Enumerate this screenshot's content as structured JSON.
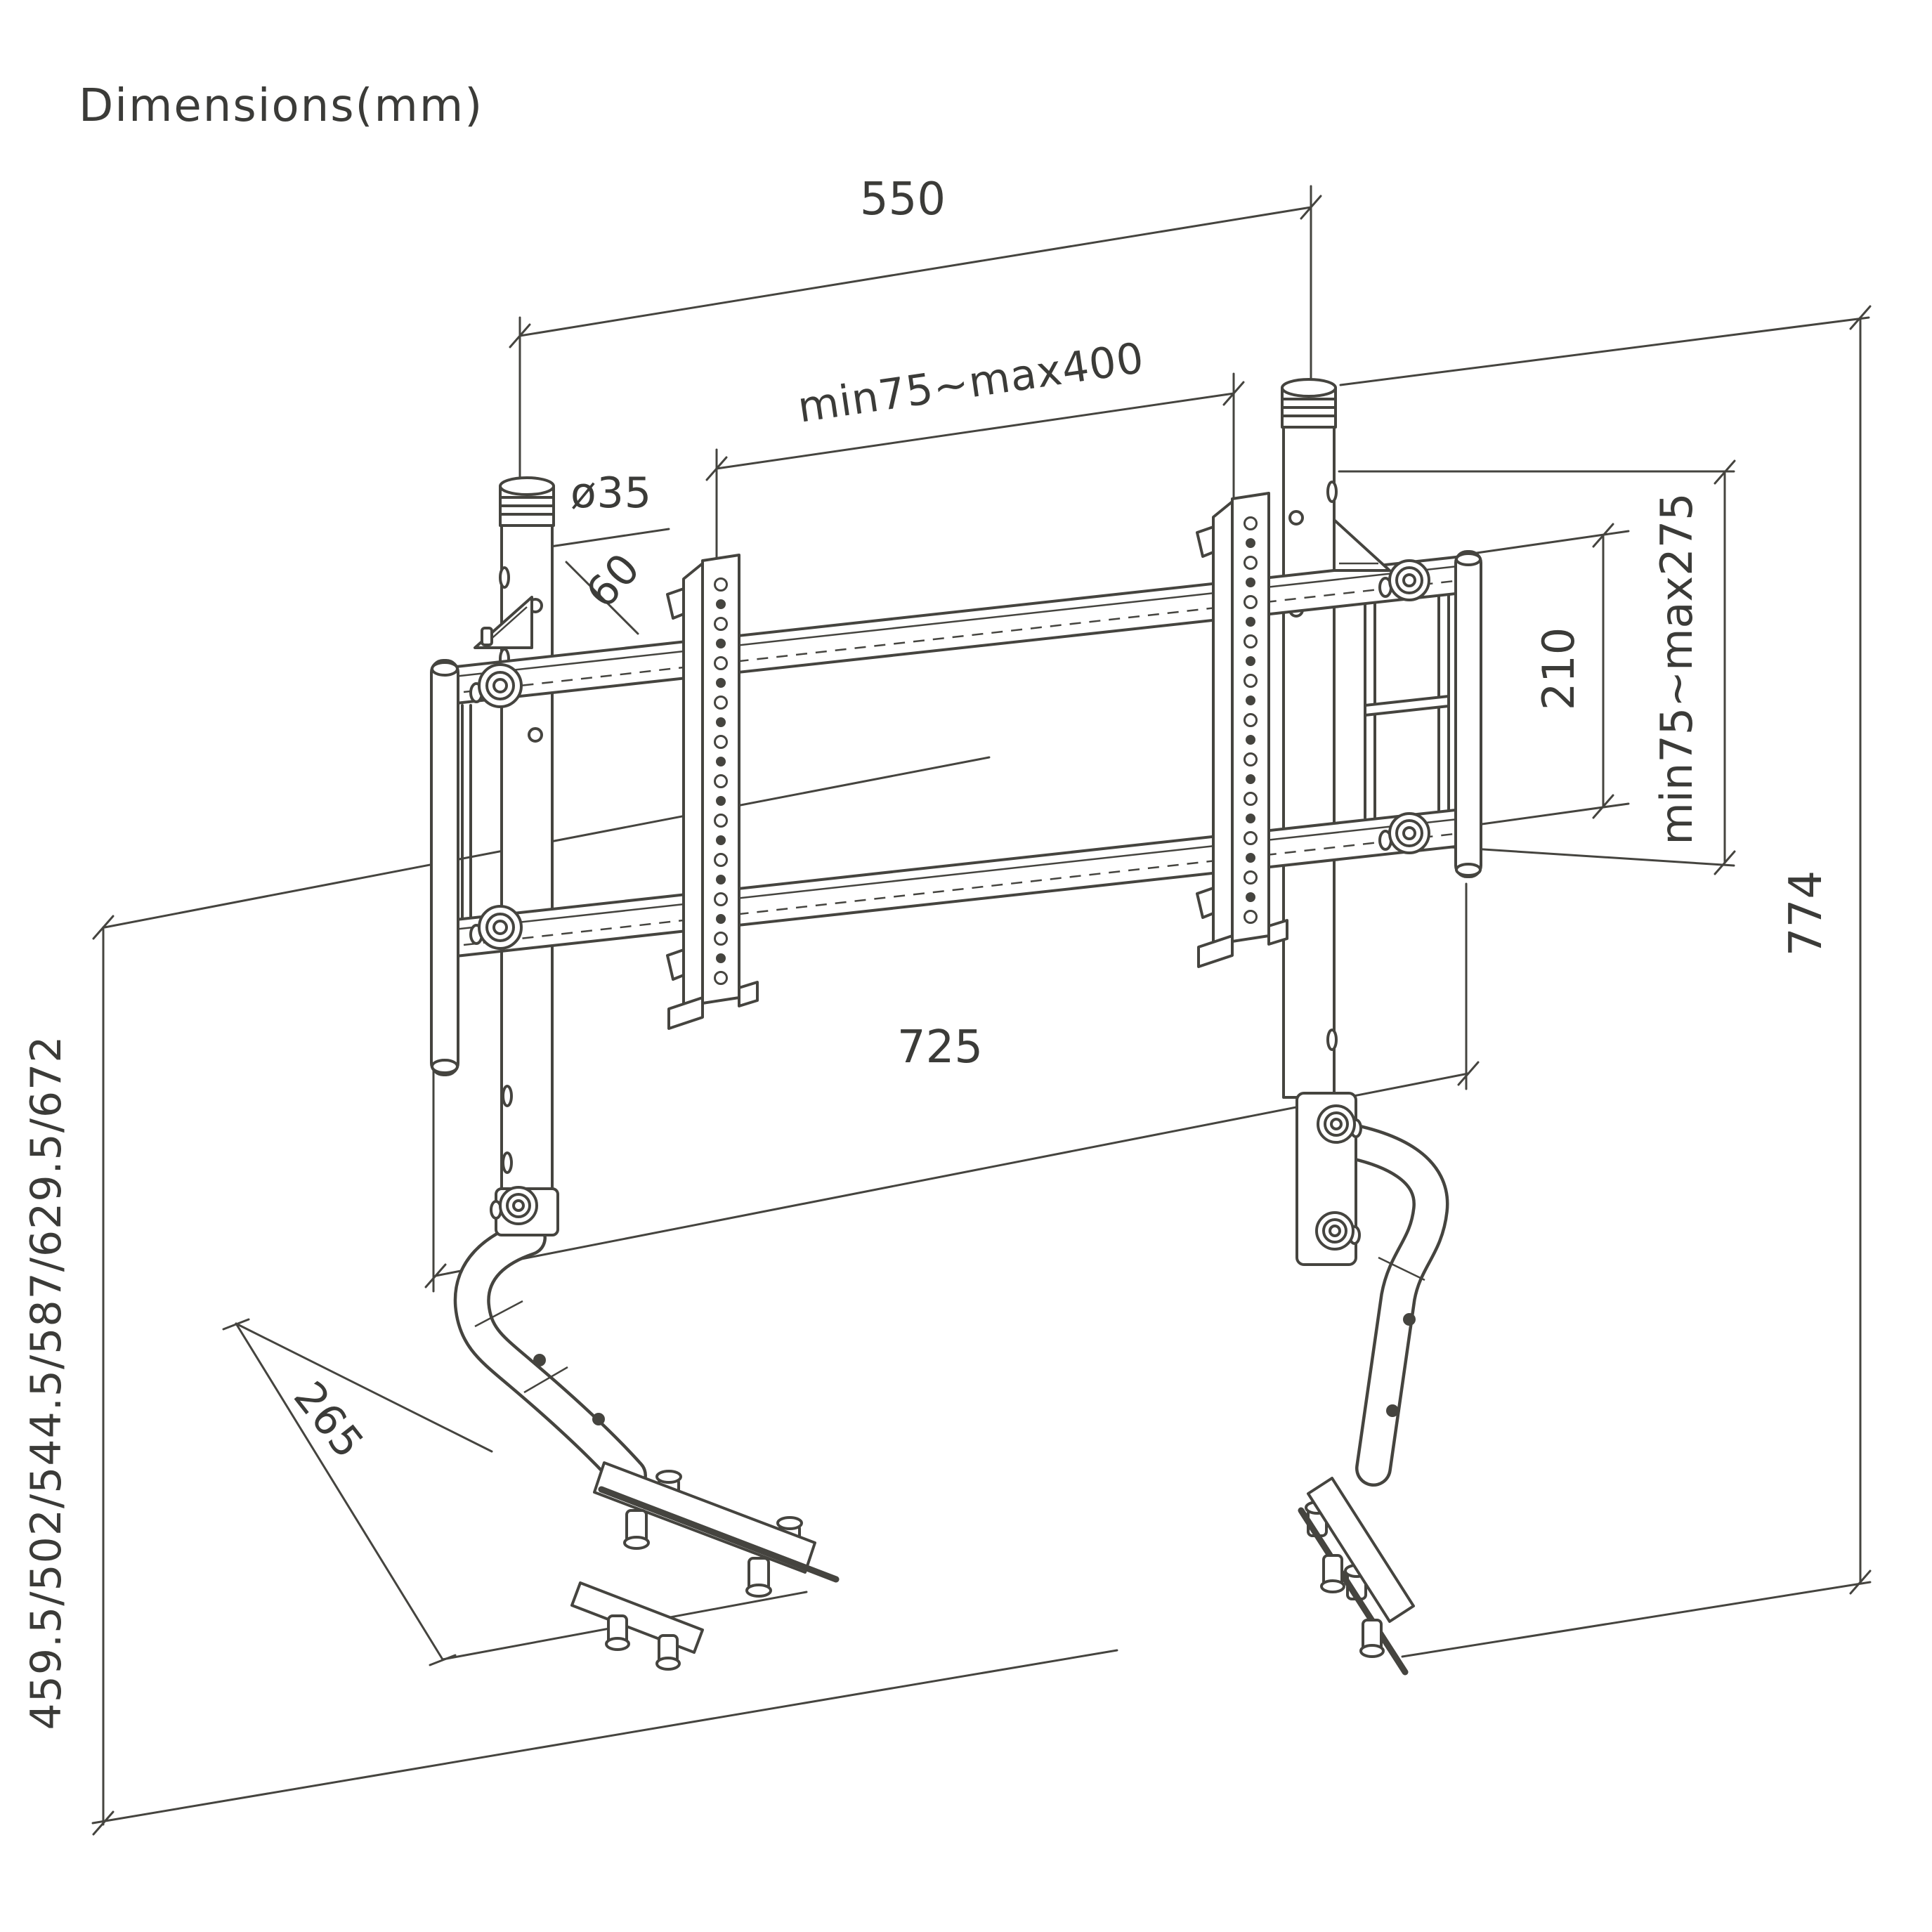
{
  "title": "Dimensions(mm)",
  "dimensions": {
    "top_width": "550",
    "vesa_width_range": "min75~max400",
    "pole_diameter": "ø35",
    "pole_offset": "60",
    "bracket_height": "210",
    "vesa_height_range": "min75~max275",
    "overall_height": "774",
    "bracket_width": "725",
    "base_depth": "265",
    "height_options": "459.5/502/544.5/587/629.5/672"
  },
  "colors": {
    "line": "#45443f",
    "text": "#3b3b38",
    "background": "#ffffff"
  }
}
